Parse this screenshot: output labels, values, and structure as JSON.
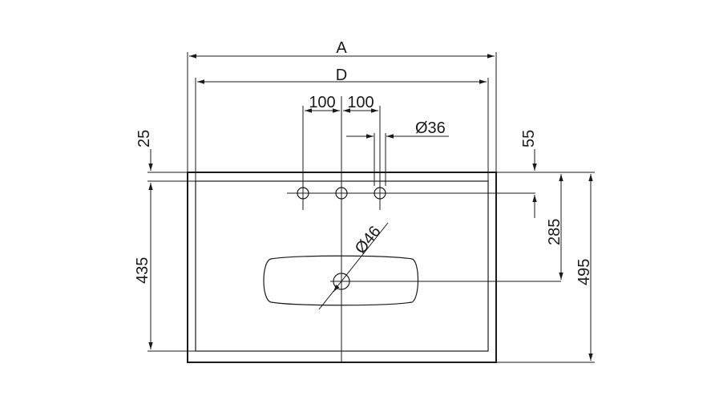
{
  "dimensions": {
    "overall_width": "A",
    "inner_width": "D",
    "tap_spacing_left": "100",
    "tap_spacing_right": "100",
    "tap_hole_diameter": "Ø36",
    "waste_hole_diameter": "Ø46",
    "left_rim_offset": "25",
    "left_depth": "435",
    "right_top_offset": "55",
    "right_waste_depth": "285",
    "right_total_depth": "495"
  },
  "colors": {
    "line": "#1a1a1a",
    "background": "#ffffff"
  }
}
